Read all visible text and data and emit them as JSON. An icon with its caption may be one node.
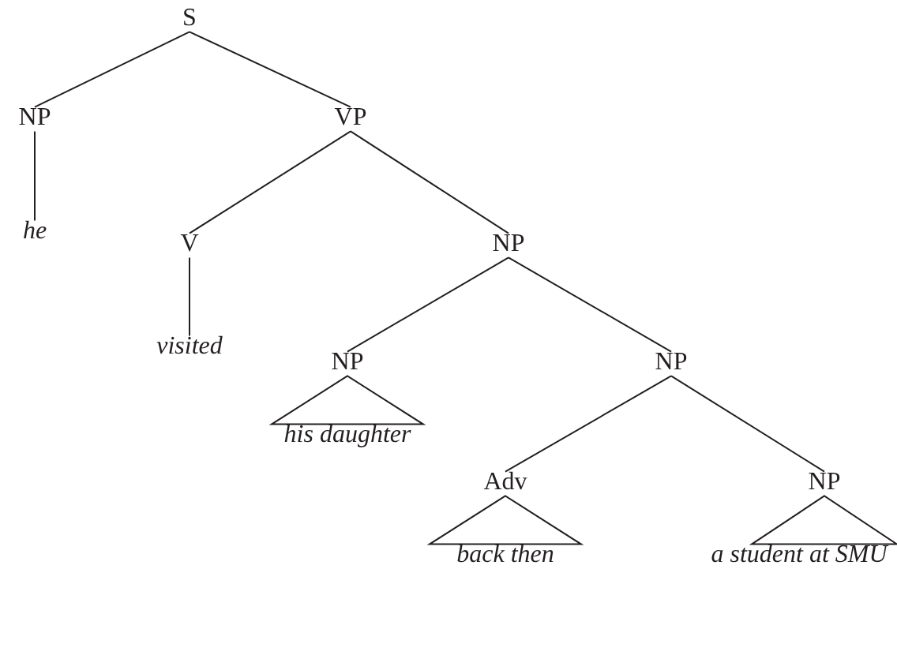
{
  "diagram": {
    "nodes": [
      {
        "text": [
          "S"
        ]
      },
      {
        "text": [
          "NP"
        ]
      },
      {
        "text": [
          "he"
        ]
      },
      {
        "text": [
          "VP"
        ]
      },
      {
        "text": [
          "V"
        ]
      },
      {
        "text": [
          "visited"
        ]
      },
      {
        "text": [
          "NP"
        ]
      },
      {
        "text": [
          "NP"
        ]
      },
      {
        "text": [
          "his daughter"
        ]
      },
      {
        "text": [
          "NP"
        ]
      },
      {
        "text": [
          "Adv"
        ]
      },
      {
        "text": [
          "back then"
        ]
      },
      {
        "text": [
          "NP"
        ]
      },
      {
        "text": [
          "a student at SMU"
        ]
      }
    ],
    "edges": [
      {
        "from": 0,
        "to": 1,
        "arrow": "none"
      },
      {
        "from": 1,
        "to": 2,
        "arrow": "none"
      },
      {
        "from": 0,
        "to": 3,
        "arrow": "none"
      },
      {
        "from": 3,
        "to": 4,
        "arrow": "none"
      },
      {
        "from": 4,
        "to": 5,
        "arrow": "none"
      },
      {
        "from": 3,
        "to": 6,
        "arrow": "none"
      },
      {
        "from": 6,
        "to": 7,
        "arrow": "none"
      },
      {
        "from": 7,
        "to": 8,
        "arrow": "none"
      },
      {
        "from": 6,
        "to": 9,
        "arrow": "none"
      },
      {
        "from": 9,
        "to": 10,
        "arrow": "none"
      },
      {
        "from": 10,
        "to": 11,
        "arrow": "none"
      },
      {
        "from": 9,
        "to": 12,
        "arrow": "none"
      },
      {
        "from": 12,
        "to": 13,
        "arrow": "none"
      }
    ]
  }
}
